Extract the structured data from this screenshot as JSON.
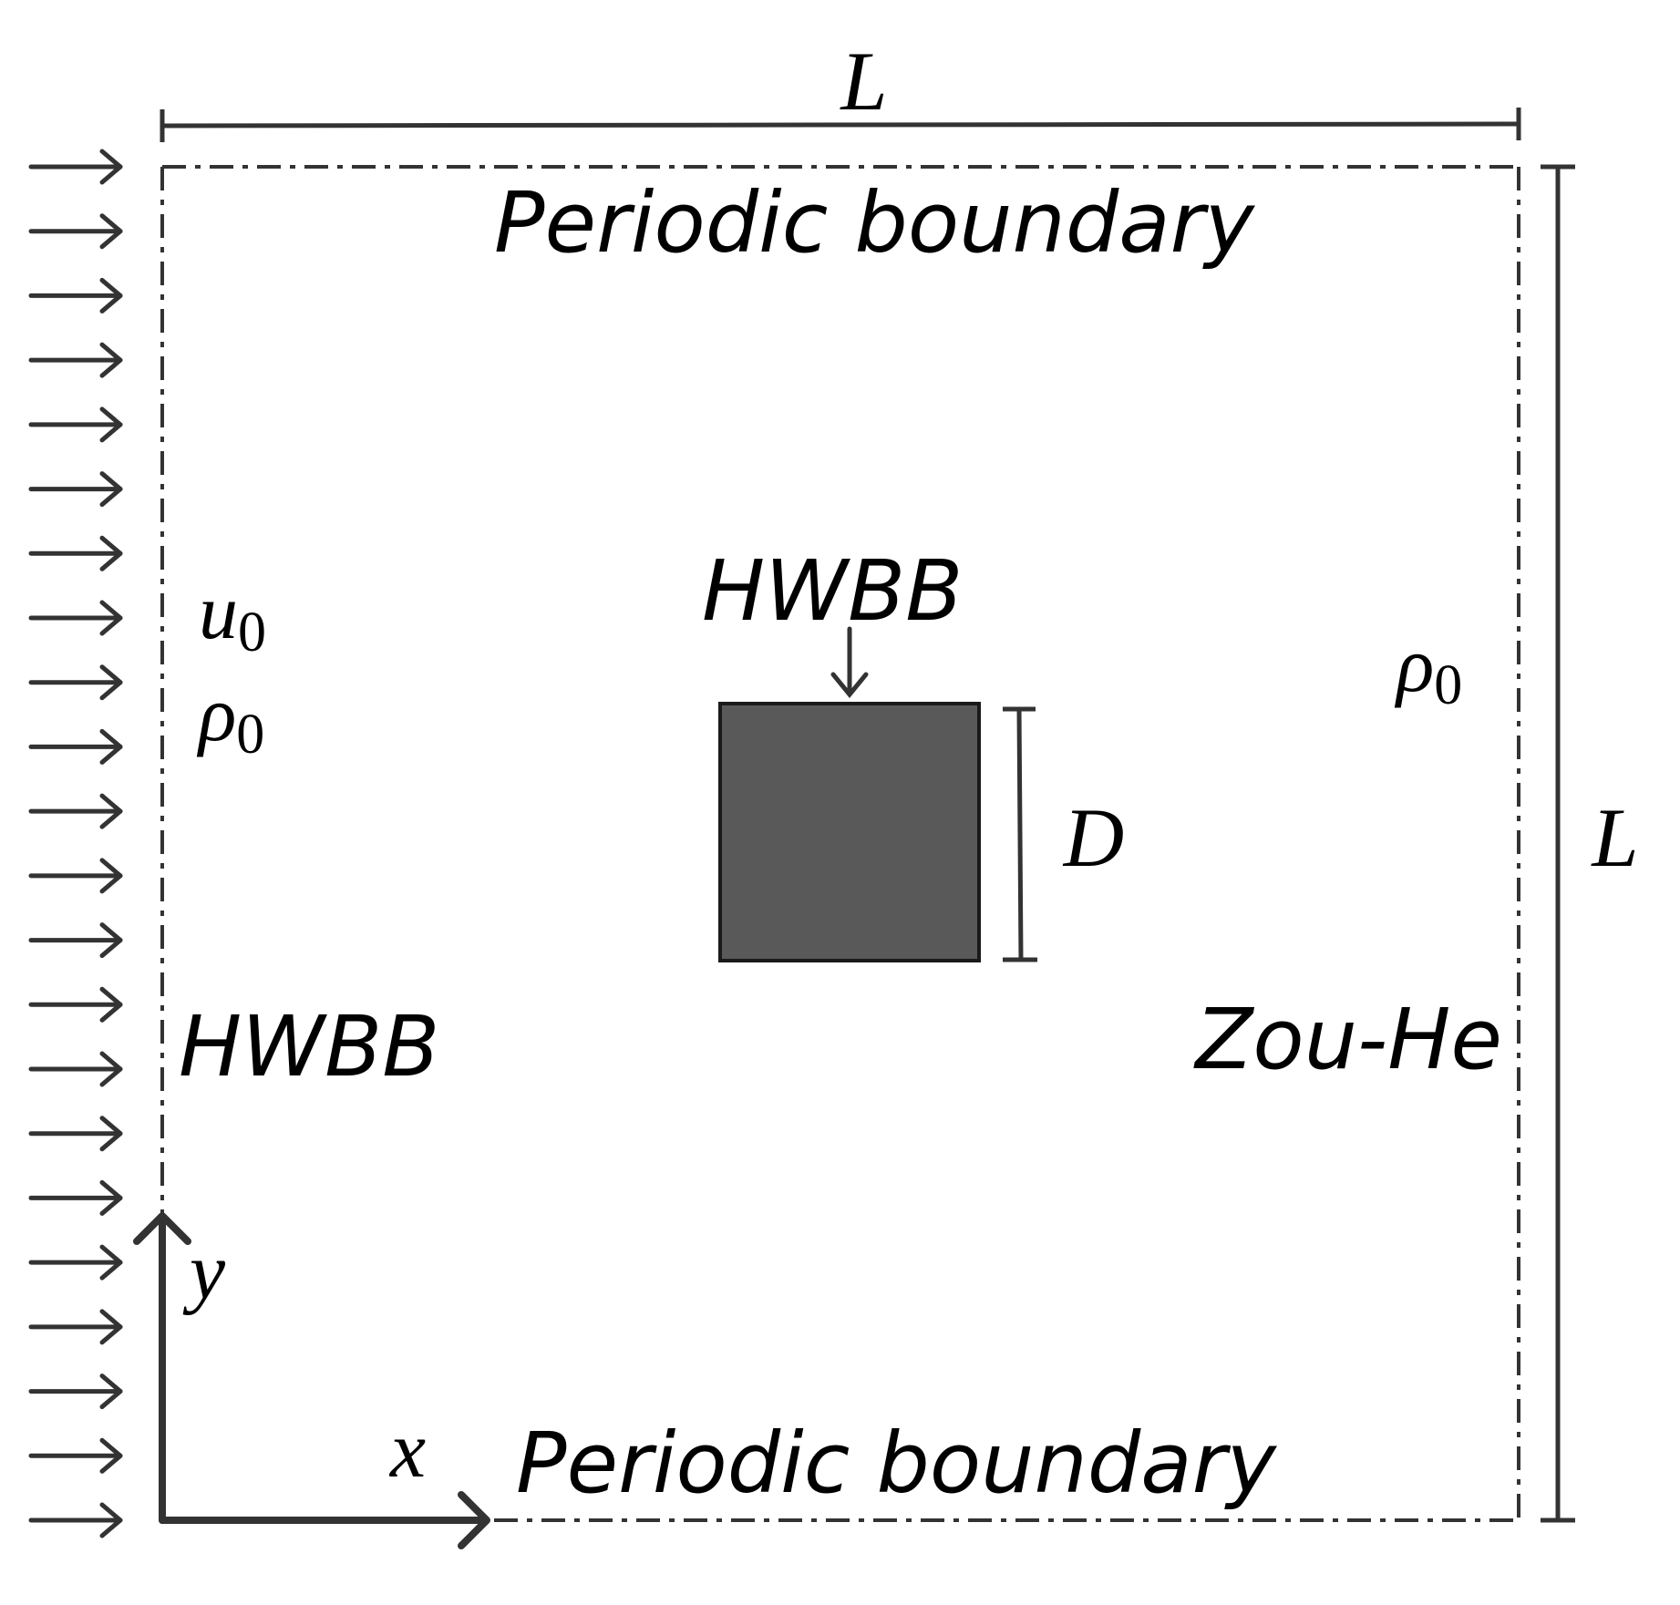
{
  "labels": {
    "top_dimension": "L",
    "right_dimension": "L",
    "top_boundary": "Periodic boundary",
    "bottom_boundary": "Periodic boundary",
    "obstacle_boundary": "HWBB",
    "inlet_boundary": "HWBB",
    "outlet_boundary": "Zou-He",
    "inlet_velocity_symbol": "u",
    "inlet_velocity_subscript": "0",
    "inlet_density_symbol": "ρ",
    "inlet_density_subscript": "0",
    "outlet_density_symbol": "ρ",
    "outlet_density_subscript": "0",
    "obstacle_size": "D",
    "x_axis": "x",
    "y_axis": "y"
  },
  "colors": {
    "line": "#333333",
    "obstacle_fill": "#595959",
    "obstacle_stroke": "#1a1a1a",
    "text": "#000000"
  }
}
